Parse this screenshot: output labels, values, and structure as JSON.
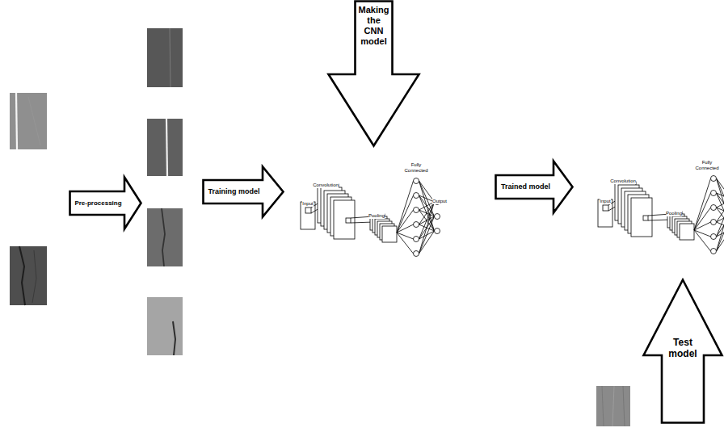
{
  "diagram": {
    "nodes": [
      {
        "text": [
          "Pre-processing"
        ]
      },
      {
        "text": [
          "Training model"
        ]
      },
      {
        "text": [
          "Making the CNN model"
        ]
      },
      {
        "text": [
          "Trained model"
        ]
      },
      {
        "text": [
          "Test model"
        ]
      }
    ],
    "labels": [
      "Input",
      "Convolution",
      "Pooling",
      "Fully Connected",
      "Output",
      "Input",
      "Convolution",
      "Pooling",
      "Fully Connected"
    ]
  }
}
